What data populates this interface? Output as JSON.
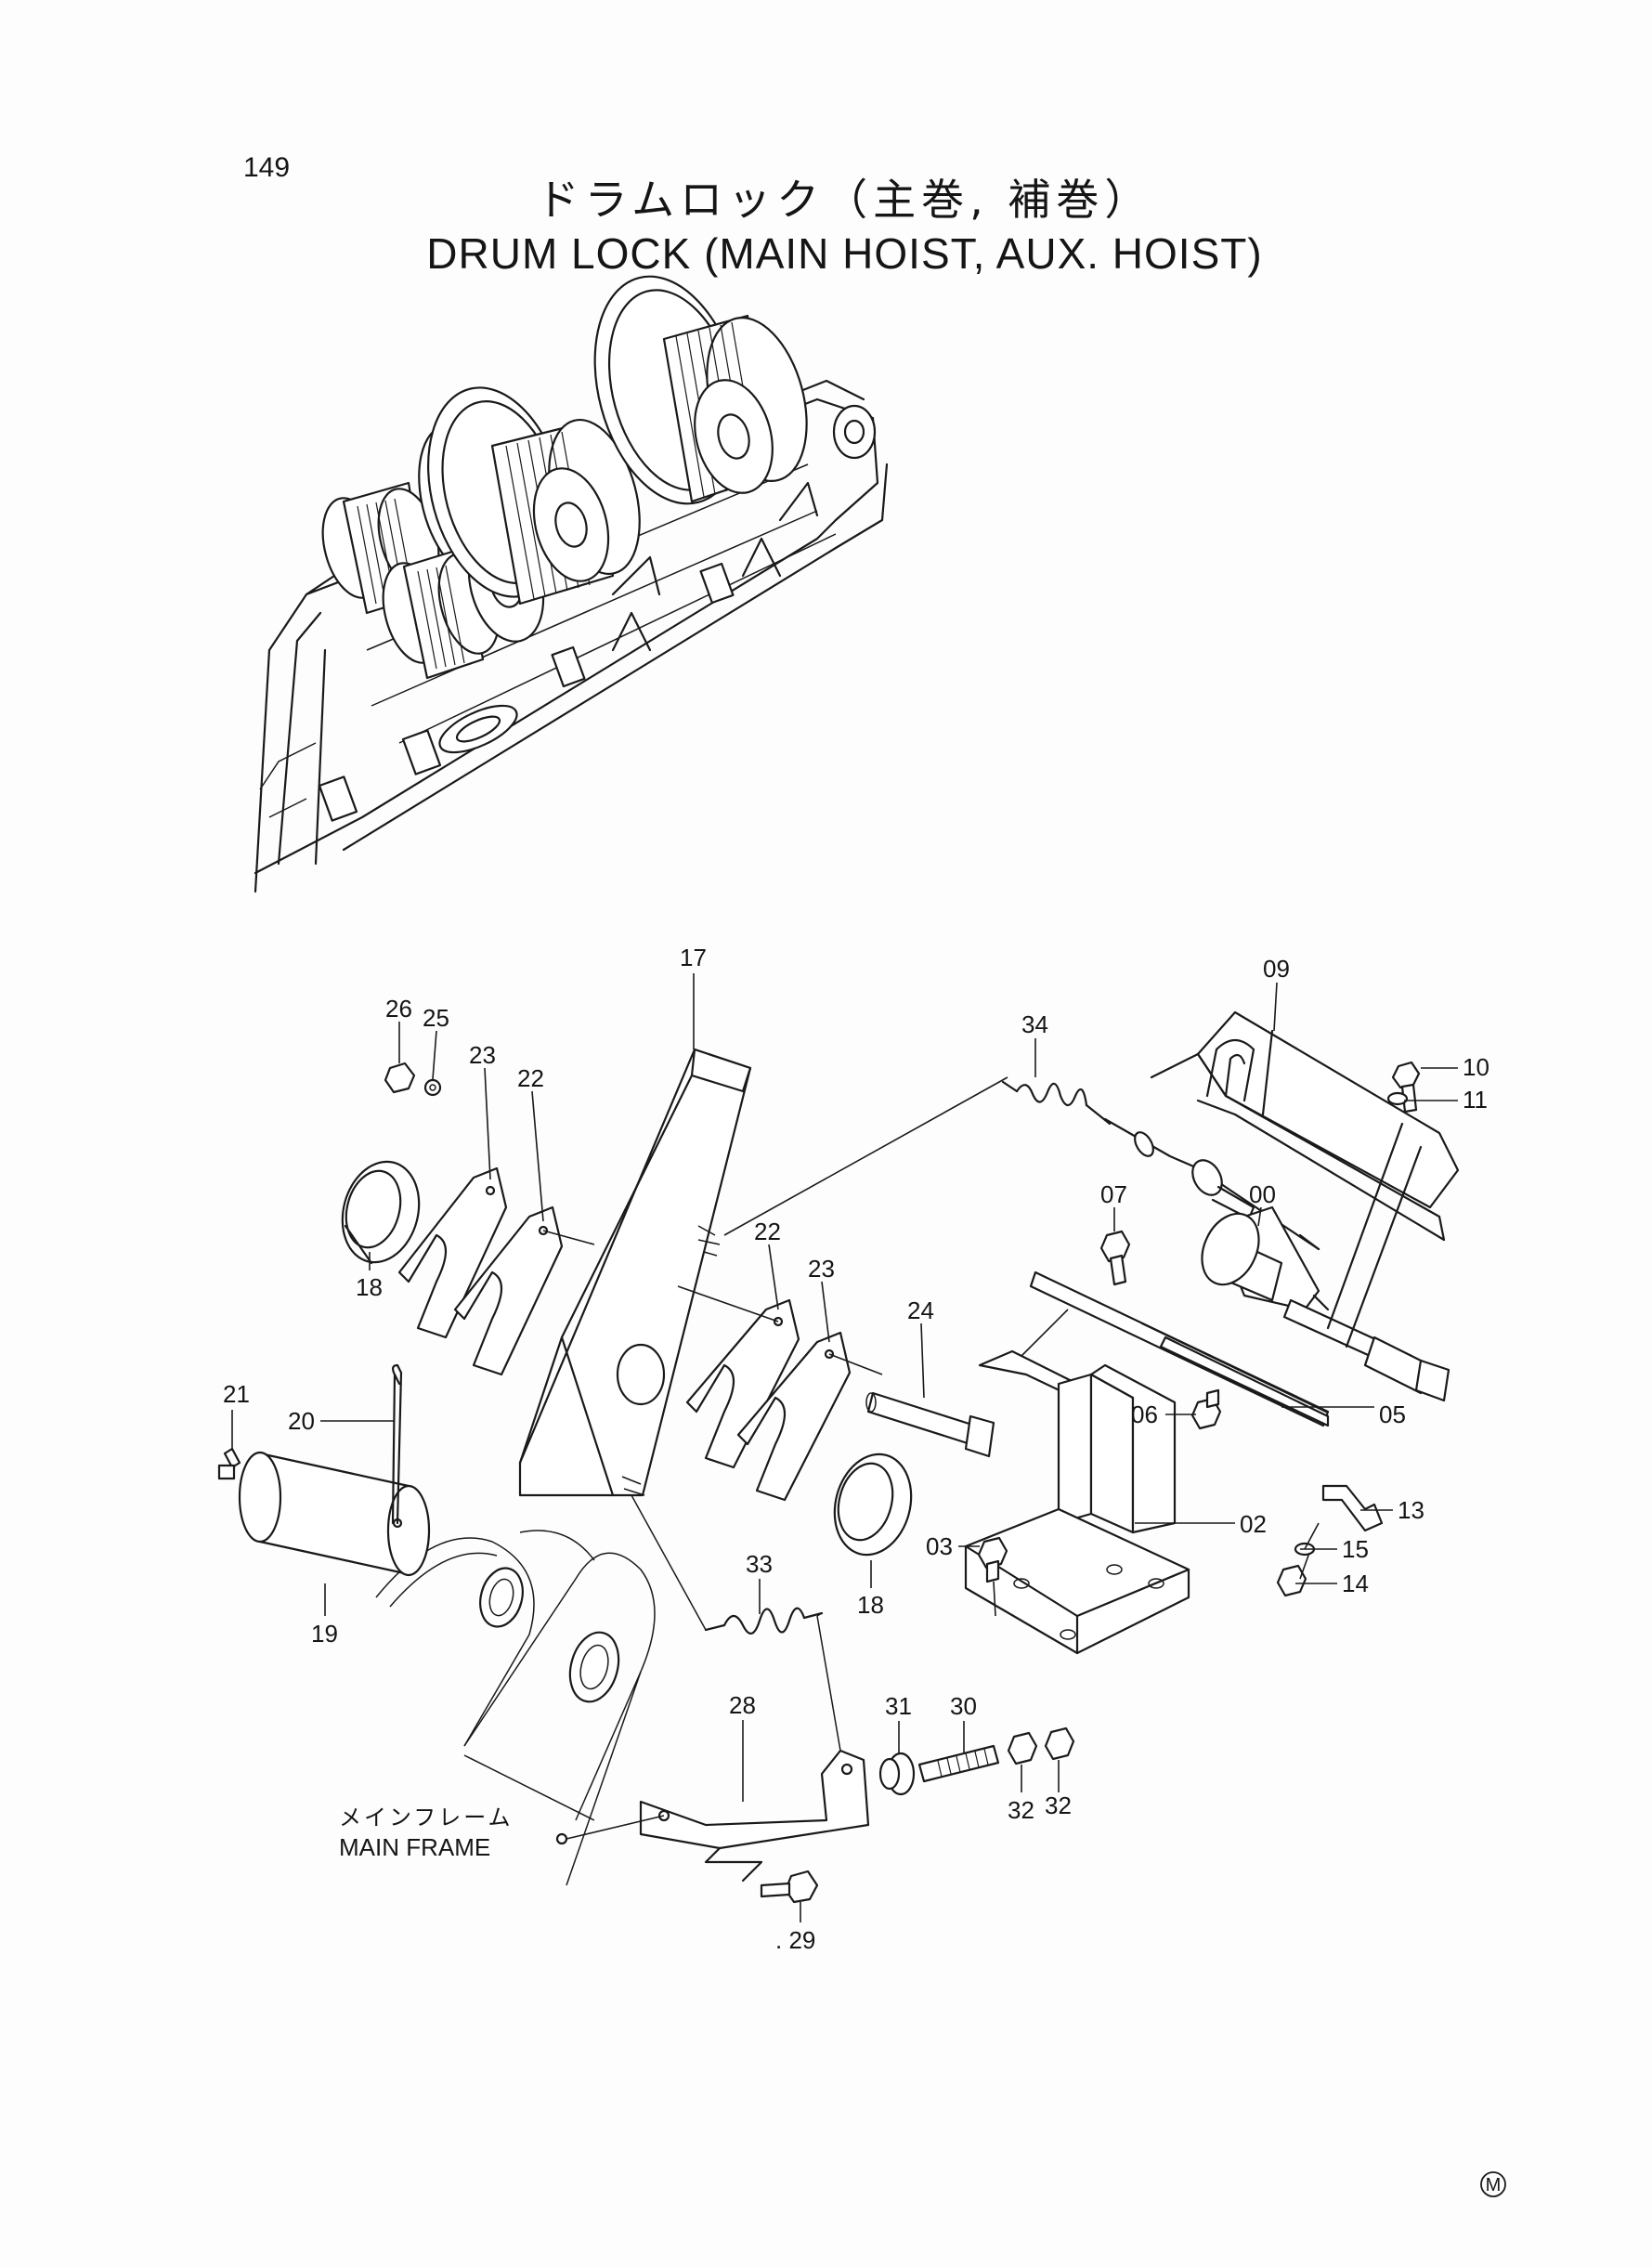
{
  "page_number": "149",
  "title_jp": "ドラムロック（主巻, 補巻）",
  "title_en": "DRUM LOCK (MAIN HOIST, AUX. HOIST)",
  "main_frame_label_jp": "メインフレーム",
  "main_frame_label_en": "MAIN FRAME",
  "corner_mark": "M",
  "callouts": {
    "p00": "00",
    "p02": "02",
    "p03": "03",
    "p05": "05",
    "p06": "06",
    "p07": "07",
    "p09": "09",
    "p10": "10",
    "p11": "11",
    "p13": "13",
    "p14": "14",
    "p15": "15",
    "p17": "17",
    "p18a": "18",
    "p18b": "18",
    "p19": "19",
    "p20": "20",
    "p21": "21",
    "p22a": "22",
    "p22b": "22",
    "p23a": "23",
    "p23b": "23",
    "p24": "24",
    "p25": "25",
    "p26": "26",
    "p28": "28",
    "p29": ". 29",
    "p30": "30",
    "p31": "31",
    "p32a": "32",
    "p32b": "32",
    "p33": "33",
    "p34": "34"
  }
}
